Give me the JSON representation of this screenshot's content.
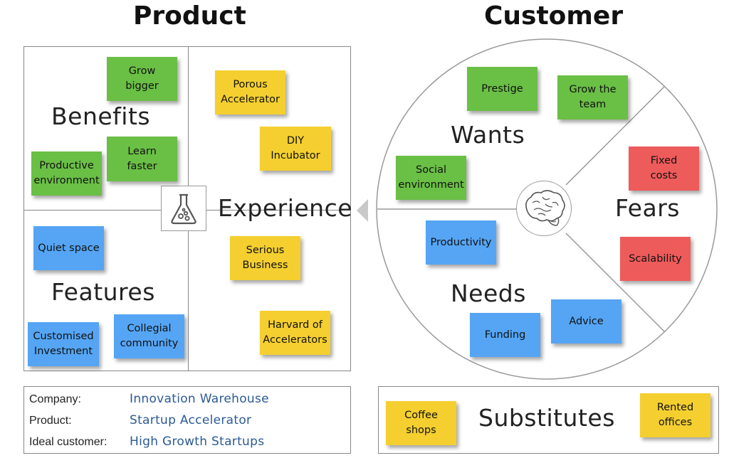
{
  "headings": {
    "product": "Product",
    "customer": "Customer"
  },
  "product_quadrants": {
    "benefits": "Benefits",
    "experience": "Experience",
    "features": "Features"
  },
  "customer_sections": {
    "wants": "Wants",
    "fears": "Fears",
    "needs": "Needs"
  },
  "stickies": {
    "benefits": {
      "grow_bigger": "Grow\nbigger",
      "learn_faster": "Learn\nfaster",
      "productive_environment": "Productive\nenvironment"
    },
    "experience": {
      "porous_accelerator": "Porous\nAccelerator",
      "diy_incubator": "DIY\nIncubator",
      "serious_business": "Serious\nBusiness",
      "harvard_of_accelerators": "Harvard of\nAccelerators"
    },
    "features": {
      "quiet_space": "Quiet space",
      "customised_investment": "Customised\nInvestment",
      "collegial_community": "Collegial\ncommunity"
    },
    "wants": {
      "prestige": "Prestige",
      "grow_the_team": "Grow the\nteam",
      "social_environment": "Social\nenvironment"
    },
    "fears": {
      "fixed_costs": "Fixed\ncosts",
      "scalability": "Scalability"
    },
    "needs": {
      "productivity": "Productivity",
      "funding": "Funding",
      "advice": "Advice"
    },
    "substitutes": {
      "coffee_shops": "Coffee shops",
      "rented_offices": "Rented\noffices"
    }
  },
  "info": {
    "company_label": "Company:",
    "company_value": "Innovation Warehouse",
    "product_label": "Product:",
    "product_value": "Startup Accelerator",
    "customer_label": "Ideal customer:",
    "customer_value": "High Growth Startups"
  },
  "substitutes_title": "Substitutes",
  "icons": [
    "flask-icon",
    "brain-icon",
    "arrow-left-icon"
  ],
  "colors": {
    "green": "#6abf45",
    "yellow": "#f4cf2f",
    "blue": "#55a5f4",
    "red": "#ee5b5b",
    "info_text": "#2b5a94"
  }
}
